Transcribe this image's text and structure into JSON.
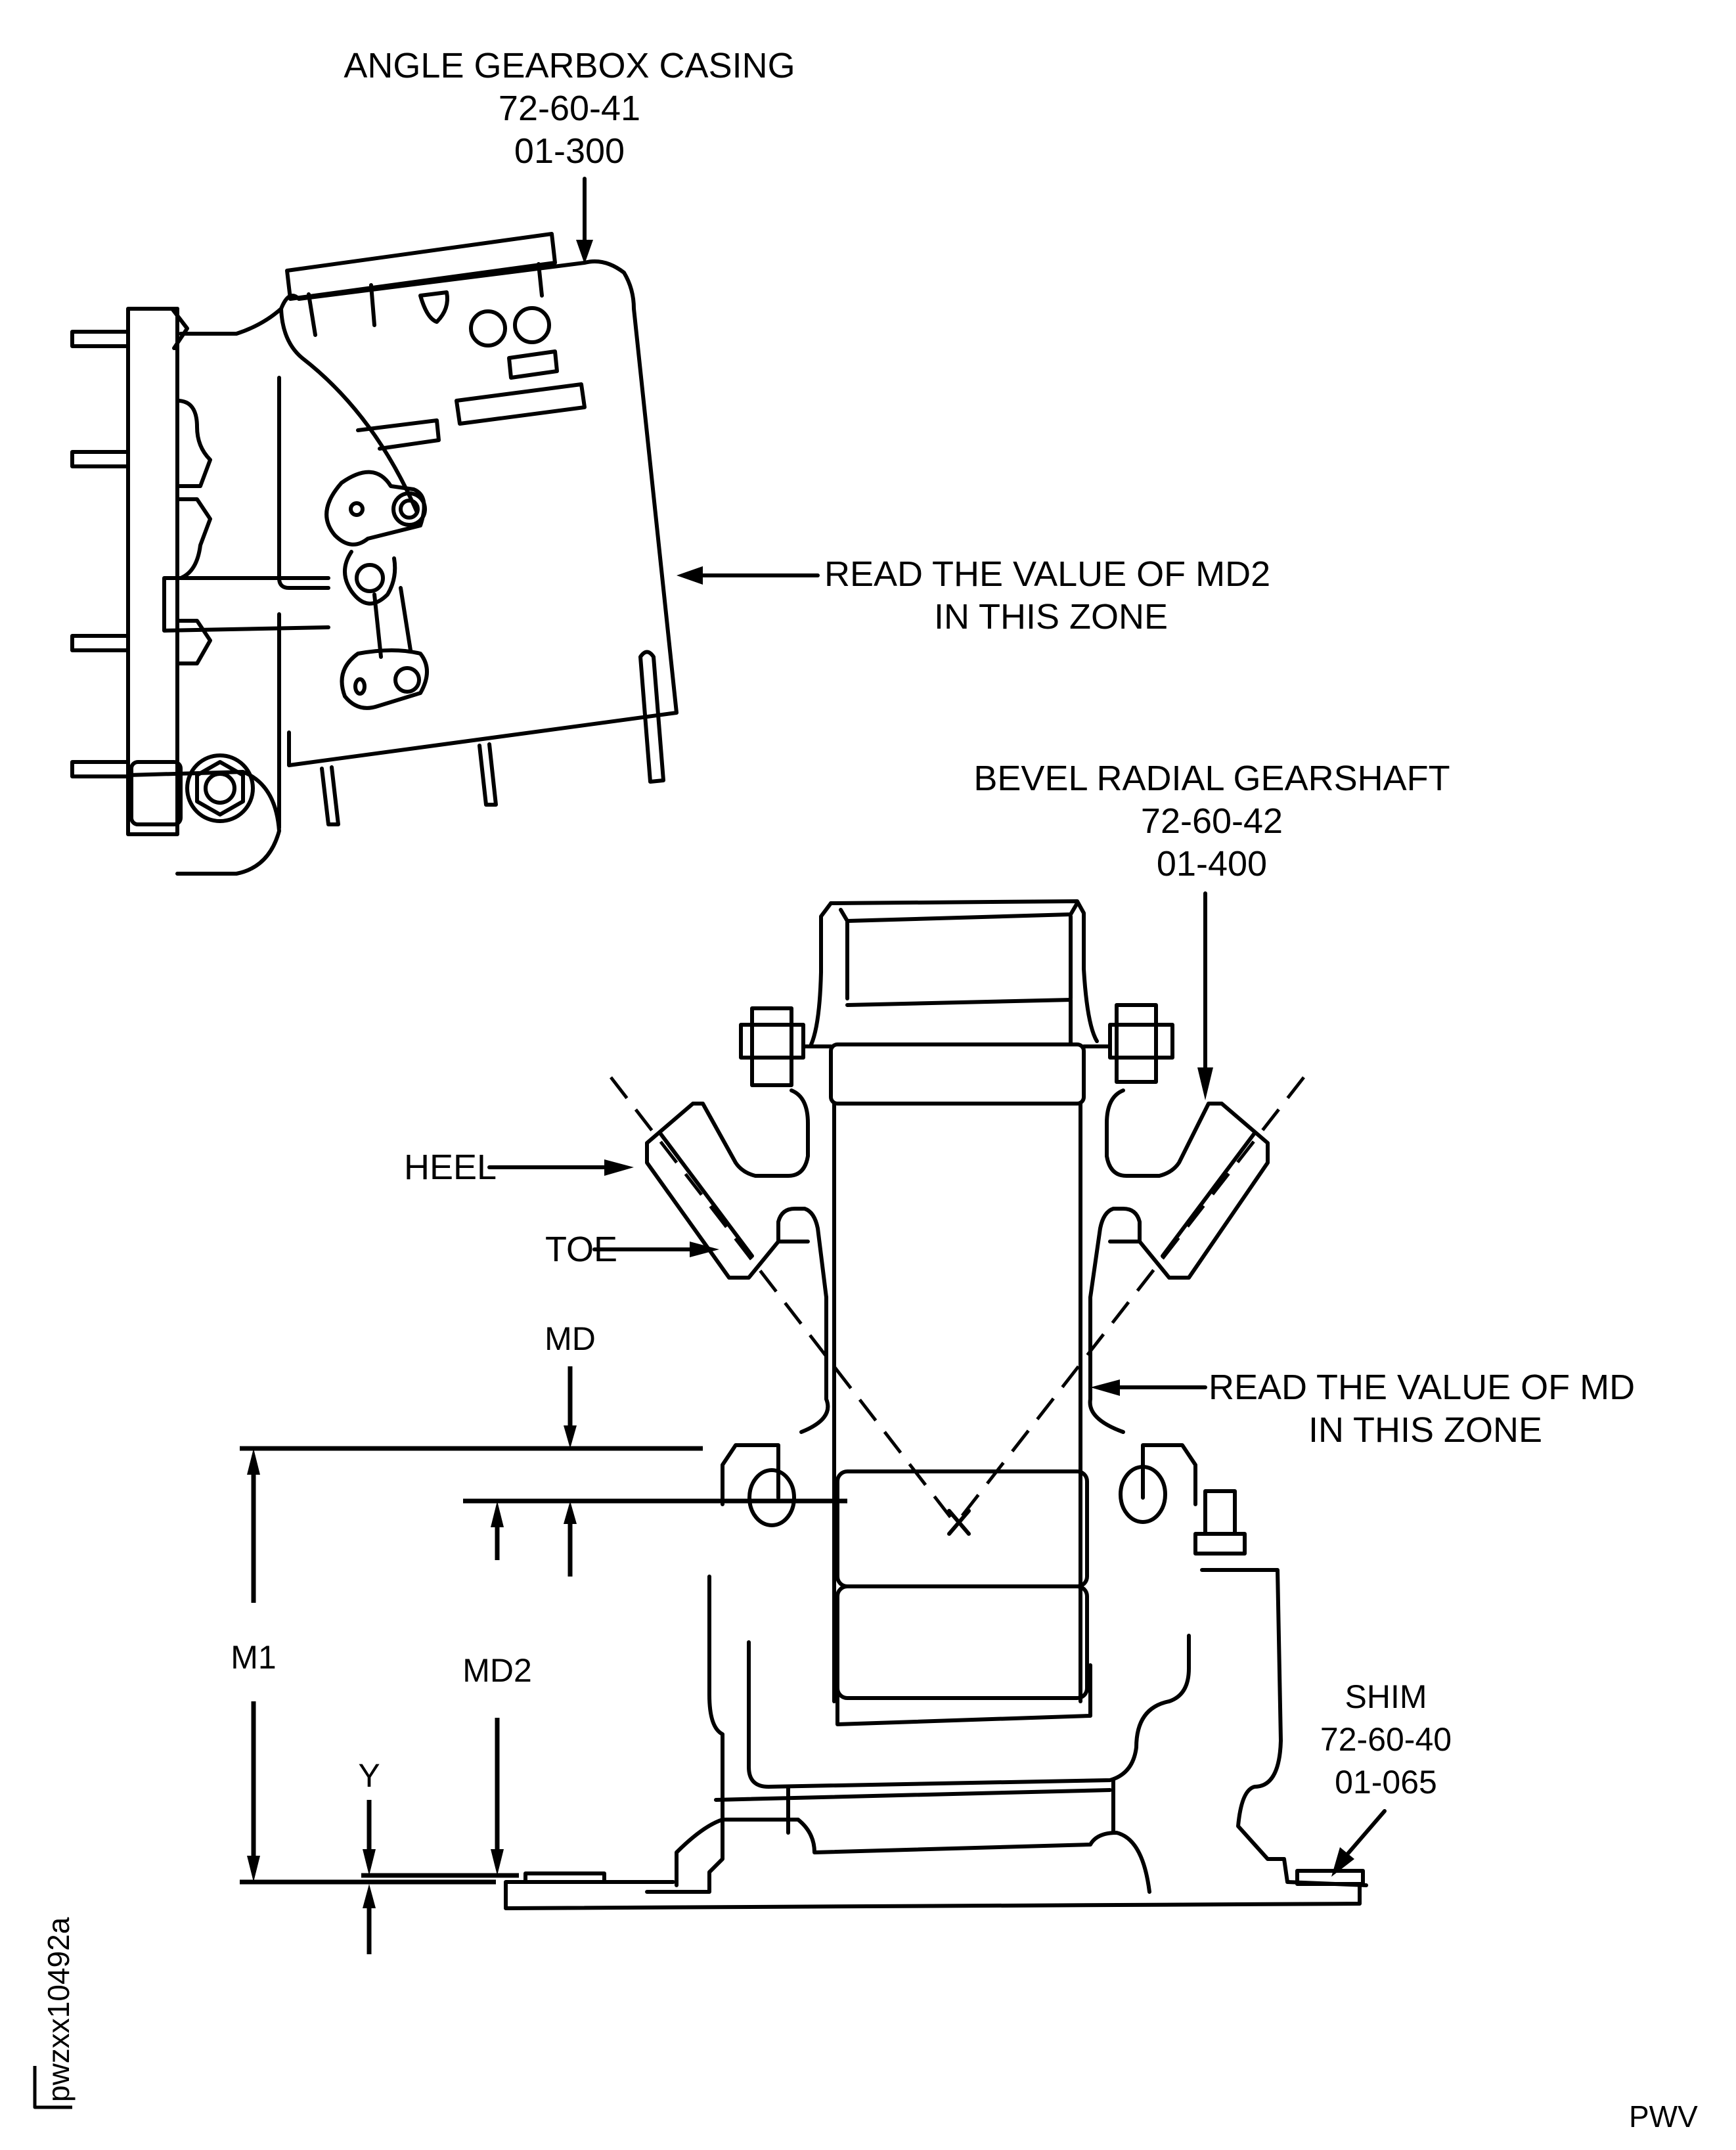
{
  "figure_id": "pwzxx10492a",
  "corner_mark": "PWV",
  "callouts": {
    "angle_gearbox_casing": {
      "name": "ANGLE GEARBOX CASING",
      "chapter": "72-60-41",
      "item": "01-300"
    },
    "read_md2": {
      "line1": "READ THE VALUE OF MD2",
      "line2": "IN THIS ZONE"
    },
    "bevel_radial_gearshaft": {
      "name": "BEVEL RADIAL GEARSHAFT",
      "chapter": "72-60-42",
      "item": "01-400"
    },
    "heel": "HEEL",
    "toe": "TOE",
    "read_md": {
      "line1": "READ THE VALUE OF MD",
      "line2": "IN THIS ZONE"
    },
    "shim": {
      "name": "SHIM",
      "chapter": "72-60-40",
      "item": "01-065"
    }
  },
  "dimensions": {
    "md": "MD",
    "m1": "M1",
    "md2": "MD2",
    "y": "Y"
  }
}
